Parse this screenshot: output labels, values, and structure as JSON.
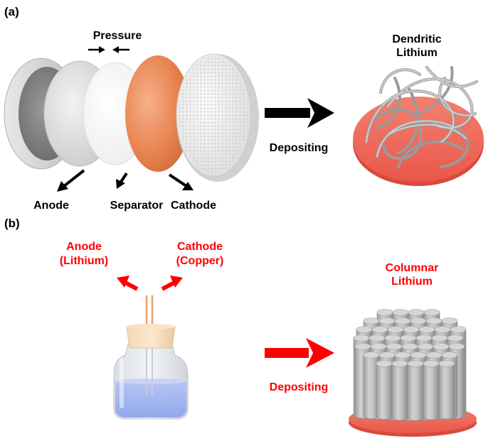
{
  "panel_a": {
    "tag": "(a)",
    "pressure_label": "Pressure",
    "component_labels": {
      "anode": "Anode",
      "separator": "Separator",
      "cathode": "Cathode"
    },
    "process_label": "Depositing",
    "result_label_line1": "Dendritic",
    "result_label_line2": "Lithium"
  },
  "panel_b": {
    "tag": "(b)",
    "anode_label_line1": "Anode",
    "anode_label_line2": "(Lithium)",
    "cathode_label_line1": "Cathode",
    "cathode_label_line2": "(Copper)",
    "process_label": "Depositing",
    "result_label_line1": "Columnar",
    "result_label_line2": "Lithium"
  },
  "colors": {
    "black_text": "#000000",
    "red_text": "#ff0000",
    "copper": "#e8834f",
    "substrate": "#f26d5e",
    "lithium_gray": "#b8b8b8",
    "electrolyte": "#8fa8f0"
  }
}
